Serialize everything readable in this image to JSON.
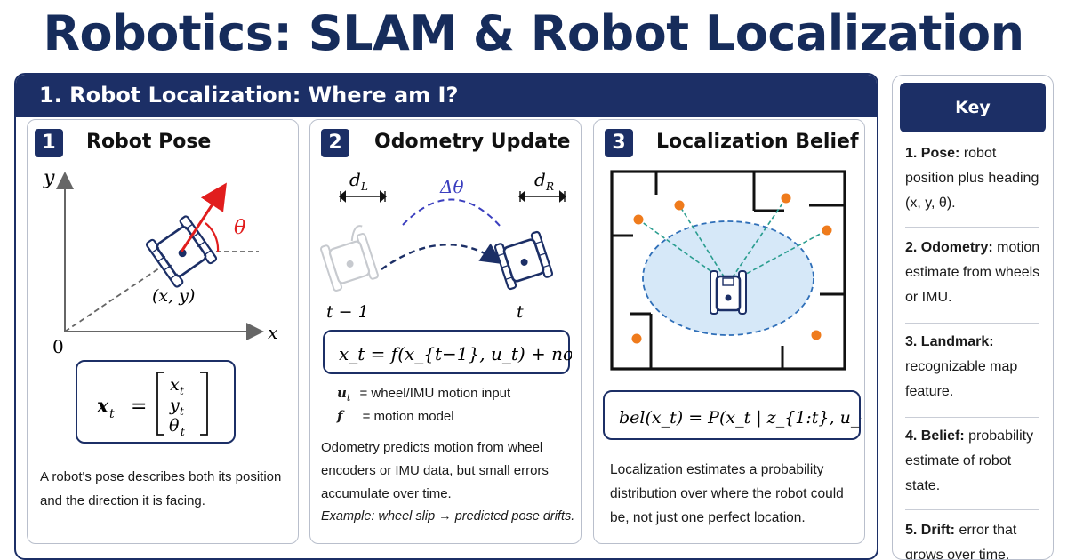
{
  "page_title": "Robotics: SLAM & Robot Localization",
  "section": {
    "title": "1. Robot Localization: Where am I?"
  },
  "colors": {
    "navy": "#1c2f66",
    "red": "#e11d1d",
    "orange": "#ef7b1c",
    "teal": "#2a9d8f",
    "belief_fill": "#d6e8f8"
  },
  "cards": [
    {
      "number": "1",
      "title": "Robot Pose",
      "axis_y": "y",
      "axis_x": "x",
      "origin": "0",
      "position_label": "(x, y)",
      "angle_label": "θ",
      "formula_lhs": "x",
      "formula_lhs_sub": "t",
      "vector": [
        "x",
        "y",
        "θ"
      ],
      "vector_sub": "t",
      "description": "A robot's pose describes both its position and the direction it is facing."
    },
    {
      "number": "2",
      "title": "Odometry Update",
      "d_left": "d",
      "d_left_sub": "L",
      "d_right": "d",
      "d_right_sub": "R",
      "delta": "Δθ",
      "prev_time": "t − 1",
      "curr_time": "t",
      "formula": "x_t = f(x_{t−1}, u_t) + noise",
      "legend": [
        {
          "symbol": "u",
          "symbol_sub": "t",
          "text": "= wheel/IMU motion input"
        },
        {
          "symbol": "f",
          "symbol_sub": "",
          "text": "= motion model"
        }
      ],
      "description": "Odometry predicts motion from wheel encoders or IMU data, but small errors accumulate over time.",
      "example": "Example: wheel slip → predicted pose drifts."
    },
    {
      "number": "3",
      "title": "Localization Belief",
      "formula": "bel(x_t) = P(x_t | z_{1:t}, u_{1:t})",
      "description": "Localization estimates a probability distribution over where the robot could be, not just one perfect location."
    }
  ],
  "vocab": {
    "title": "Key Vocabulary",
    "items": [
      {
        "label": "1. Pose:",
        "text": "robot position plus heading (x, y, θ)."
      },
      {
        "label": "2. Odometry:",
        "text": "motion estimate from wheels or IMU."
      },
      {
        "label": "3. Landmark:",
        "text": "recognizable map feature."
      },
      {
        "label": "4. Belief:",
        "text": "probability estimate of robot state."
      },
      {
        "label": "5. Drift:",
        "text": "error that grows over time."
      }
    ]
  }
}
